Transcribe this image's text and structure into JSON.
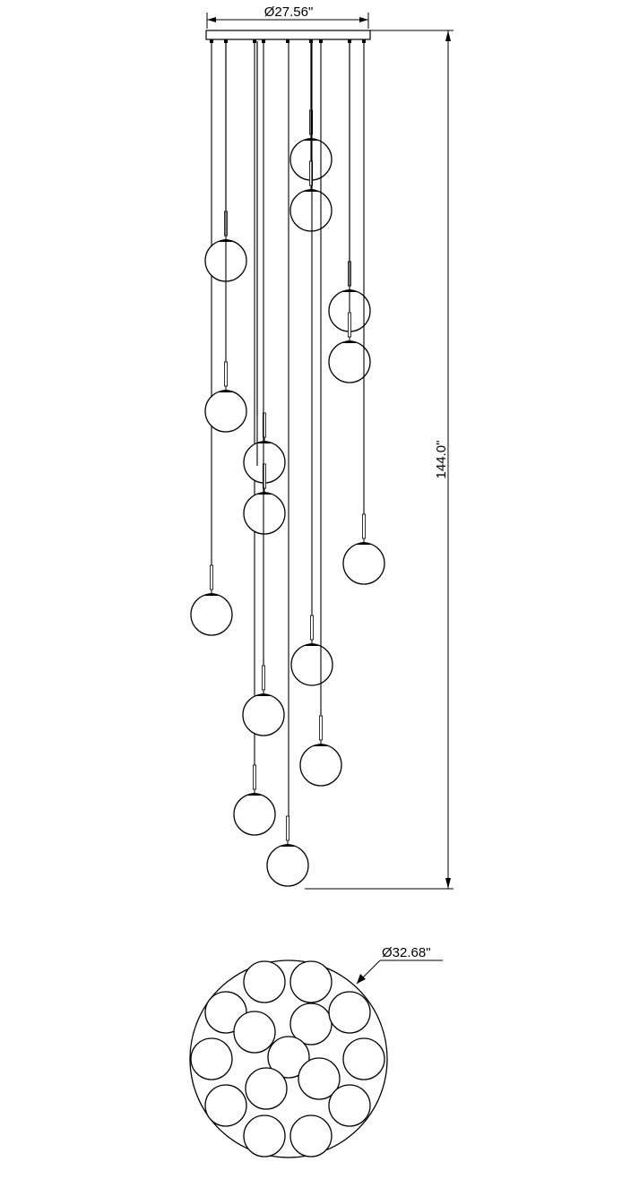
{
  "dimensions": {
    "canopy_diameter": "Ø27.56\"",
    "overall_height": "144.0\"",
    "cluster_diameter": "Ø32.68\""
  },
  "colors": {
    "line": "#000000",
    "background": "#ffffff"
  }
}
